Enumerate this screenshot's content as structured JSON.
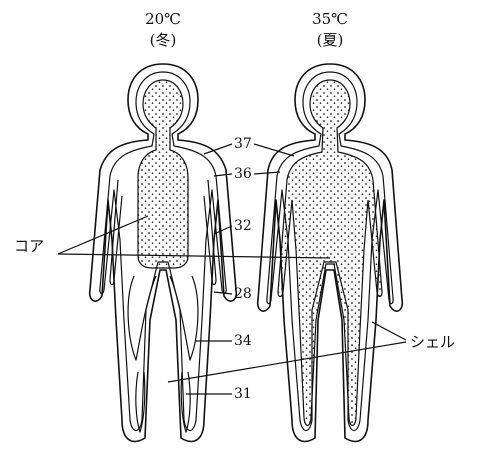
{
  "figures": [
    {
      "temp": "20℃",
      "season": "(冬)"
    },
    {
      "temp": "35℃",
      "season": "(夏)"
    }
  ],
  "isotherm_labels": [
    "37",
    "36",
    "32",
    "28",
    "34",
    "31"
  ],
  "labels": {
    "core": "コア",
    "shell": "シェル"
  },
  "colors": {
    "ink": "#111111",
    "stipple": "#222222",
    "paper": "#ffffff"
  }
}
